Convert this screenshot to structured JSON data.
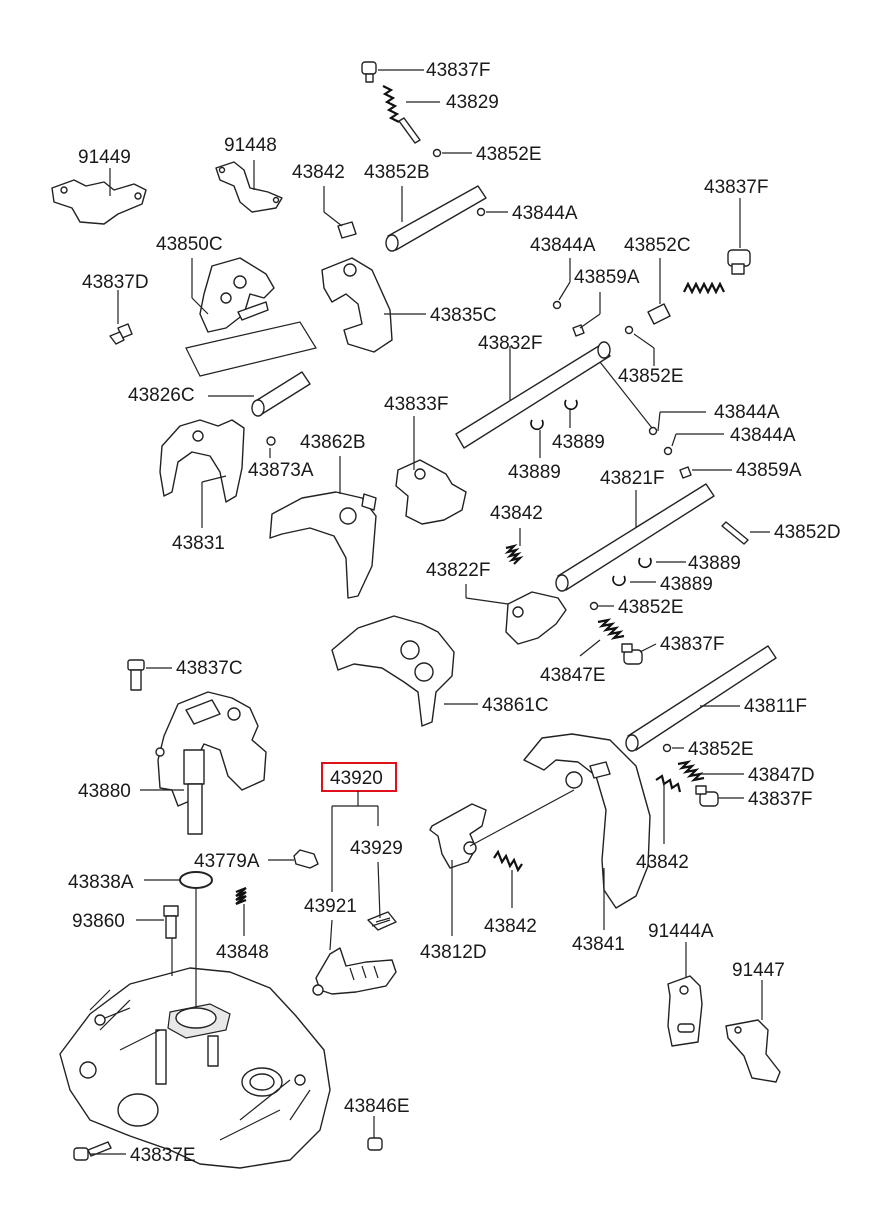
{
  "labels": {
    "p43837F_top": "43837F",
    "p43829": "43829",
    "p43852E_top": "43852E",
    "p91449": "91449",
    "p91448": "91448",
    "p43842_top": "43842",
    "p43852B": "43852B",
    "p43844A_1": "43844A",
    "p43837F_r1": "43837F",
    "p43850C": "43850C",
    "p43844A_2": "43844A",
    "p43852C": "43852C",
    "p43837D": "43837D",
    "p43859A_1": "43859A",
    "p43835C": "43835C",
    "p43832F": "43832F",
    "p43852E_r1": "43852E",
    "p43826C": "43826C",
    "p43833F": "43833F",
    "p43844A_3": "43844A",
    "p43844A_4": "43844A",
    "p43889_1": "43889",
    "p43862B": "43862B",
    "p43873A": "43873A",
    "p43889_2": "43889",
    "p43821F": "43821F",
    "p43859A_2": "43859A",
    "p43842_mid": "43842",
    "p43852D": "43852D",
    "p43831": "43831",
    "p43889_3": "43889",
    "p43822F": "43822F",
    "p43889_4": "43889",
    "p43852E_mid": "43852E",
    "p43837F_mid": "43837F",
    "p43837C": "43837C",
    "p43847E": "43847E",
    "p43861C": "43861C",
    "p43811F": "43811F",
    "p43852E_low": "43852E",
    "p43920": "43920",
    "p43847D": "43847D",
    "p43880": "43880",
    "p43837F_low": "43837F",
    "p43929": "43929",
    "p43779A": "43779A",
    "p43842_low": "43842",
    "p43838A": "43838A",
    "p43921": "43921",
    "p93860": "93860",
    "p43842_bot": "43842",
    "p43848": "43848",
    "p43812D": "43812D",
    "p43841": "43841",
    "p91444A": "91444A",
    "p91447": "91447",
    "p43846E": "43846E",
    "p43837E": "43837E"
  },
  "highlight_color": "#e0101a"
}
